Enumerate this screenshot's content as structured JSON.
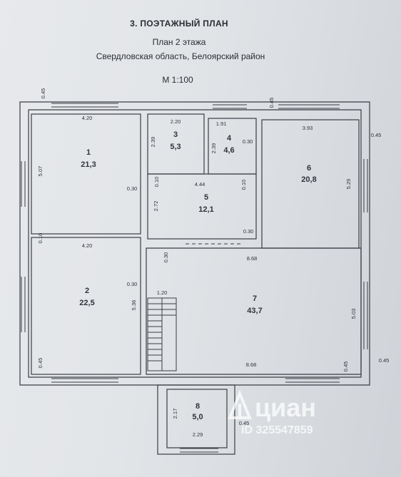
{
  "header": {
    "title": "3. ПОЭТАЖНЫЙ ПЛАН",
    "subtitle": "План 2 этажа",
    "location": "Свердловская область, Белоярский район",
    "scale": "М 1:100"
  },
  "rooms": [
    {
      "id": "r1",
      "number": "1",
      "area": "21,3"
    },
    {
      "id": "r2",
      "number": "2",
      "area": "22,5"
    },
    {
      "id": "r3",
      "number": "3",
      "area": "5,3"
    },
    {
      "id": "r4",
      "number": "4",
      "area": "4,6"
    },
    {
      "id": "r5",
      "number": "5",
      "area": "12,1"
    },
    {
      "id": "r6",
      "number": "6",
      "area": "20,8"
    },
    {
      "id": "r7",
      "number": "7",
      "area": "43,7"
    },
    {
      "id": "r8",
      "number": "8",
      "area": "5,0"
    }
  ],
  "dimensions": {
    "d_045_top_left": "0.45",
    "d_420_r1": "4.20",
    "d_507": "5.07",
    "d_030_r1": "0.30",
    "d_010_left": "0.10",
    "d_420_r2": "4.20",
    "d_030_r2": "0.30",
    "d_536": "5.36",
    "d_045_bottom_left": "0.45",
    "d_220": "2.20",
    "d_239_r3": "2.39",
    "d_191": "1.91",
    "d_239_r4": "2.39",
    "d_030_r4": "0.30",
    "d_010_r5_left": "0.10",
    "d_444": "4.44",
    "d_010_r5_right": "0.10",
    "d_272": "2.72",
    "d_030_r5": "0.30",
    "d_045_top_right_a": "0.45",
    "d_393": "3.93",
    "d_045_right_top": "0.45",
    "d_529": "5.29",
    "d_030_hall": "0.30",
    "d_868_top": "8.68",
    "d_120": "1.20",
    "d_503": "5.03",
    "d_868_bottom": "8.68",
    "d_045_bottom_right_a": "0.45",
    "d_045_bottom_right_b": "0.45",
    "d_217": "2.17",
    "d_045_r8": "0.45",
    "d_229": "2.29"
  },
  "watermark": {
    "brand": "циан",
    "id": "ID 325547859"
  }
}
